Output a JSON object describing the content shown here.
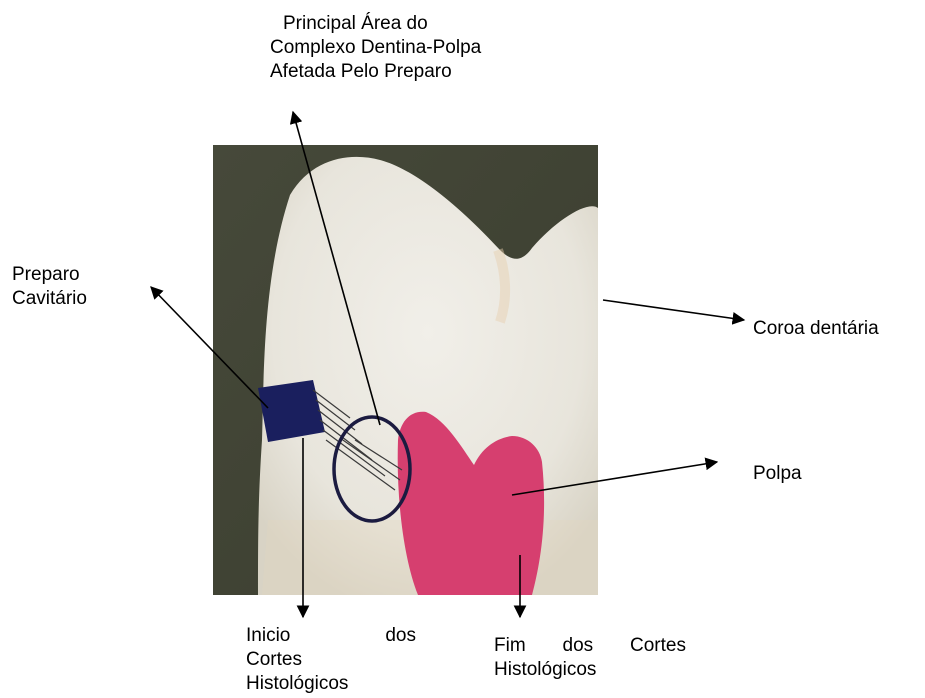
{
  "labels": {
    "principal_area": {
      "lines": [
        "Principal Área do",
        "Complexo Dentina-Polpa",
        "Afetada Pelo Preparo"
      ]
    },
    "preparo": {
      "lines": [
        "Preparo",
        "Cavitário"
      ]
    },
    "coroa": {
      "text": "Coroa dentária"
    },
    "polpa": {
      "text": "Polpa"
    },
    "inicio": {
      "line1_a": "Inicio",
      "line1_b": "dos",
      "line2": "Cortes",
      "line3": "Histológicos"
    },
    "fim": {
      "line1_a": "Fim",
      "line1_b": "dos",
      "line1_c": "Cortes",
      "line2": "Histológicos"
    }
  },
  "colors": {
    "background_dark": "#3f4232",
    "crown_white": "#ecebe5",
    "pulp_pink": "#d63f6f",
    "preparo_blue": "#1a1f5e",
    "outline": "#000000"
  }
}
